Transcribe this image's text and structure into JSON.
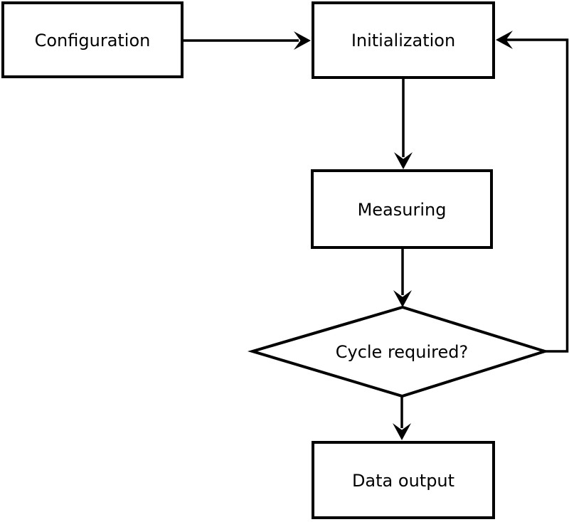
{
  "diagram": {
    "type": "flowchart",
    "background_color": "#ffffff",
    "line_color": "#000000",
    "nodes": [
      {
        "id": "configuration",
        "label": "Configuration",
        "shape": "rectangle"
      },
      {
        "id": "initialization",
        "label": "Initialization",
        "shape": "rectangle"
      },
      {
        "id": "measuring",
        "label": "Measuring",
        "shape": "rectangle"
      },
      {
        "id": "cycle-required",
        "label": "Cycle required?",
        "shape": "diamond"
      },
      {
        "id": "data-output",
        "label": "Data output",
        "shape": "rectangle"
      }
    ],
    "edges": [
      {
        "from": "configuration",
        "to": "initialization",
        "label": ""
      },
      {
        "from": "initialization",
        "to": "measuring",
        "label": ""
      },
      {
        "from": "measuring",
        "to": "cycle-required",
        "label": ""
      },
      {
        "from": "cycle-required",
        "to": "data-output",
        "label": ""
      },
      {
        "from": "cycle-required",
        "to": "initialization",
        "label": "",
        "kind": "loop-back"
      }
    ]
  }
}
